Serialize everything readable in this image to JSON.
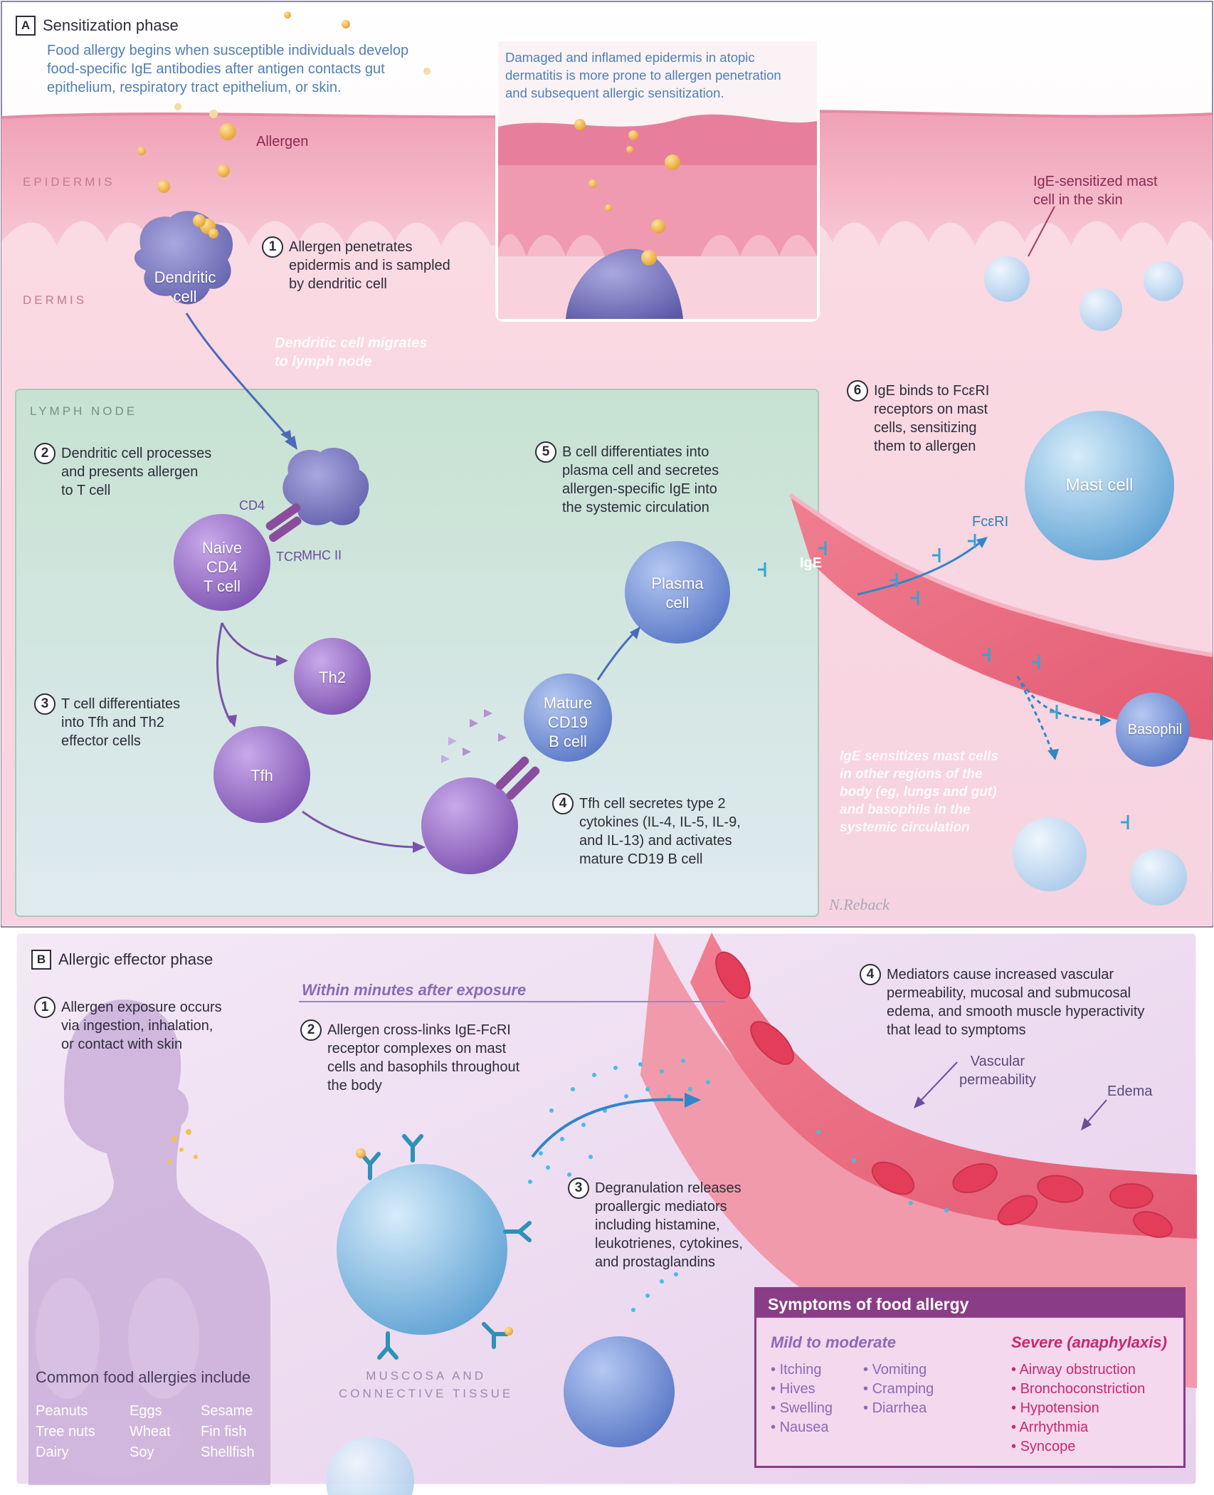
{
  "sectionA": {
    "letter": "A",
    "title": "Sensitization phase",
    "intro": [
      "Food allergy begins when susceptible individuals develop",
      "food-specific IgE antibodies after antigen contacts gut",
      "epithelium, respiratory tract epithelium, or skin."
    ],
    "inset_caption": [
      "Damaged and inflamed epidermis in atopic",
      "dermatitis is more prone to allergen penetration",
      "and subsequent allergic sensitization."
    ],
    "allergen_label": "Allergen",
    "epidermis_label": "EPIDERMIS",
    "dermis_label": "DERMIS",
    "lymph_node_label": "LYMPH NODE",
    "skin_mast_label": [
      "IgE-sensitized mast",
      "cell in the skin"
    ],
    "migrate_label": [
      "Dendritic cell migrates",
      "to lymph node"
    ],
    "steps": [
      {
        "num": "1",
        "lines": [
          "Allergen penetrates",
          "epidermis and is sampled",
          "by dendritic cell"
        ]
      },
      {
        "num": "2",
        "lines": [
          "Dendritic cell processes",
          "and presents allergen",
          "to T cell"
        ]
      },
      {
        "num": "3",
        "lines": [
          "T cell differentiates",
          "into Tfh and Th2",
          "effector cells"
        ]
      },
      {
        "num": "4",
        "lines": [
          "Tfh cell secretes type 2",
          "cytokines (IL-4, IL-5, IL-9,",
          "and IL-13) and activates",
          "mature CD19 B cell"
        ]
      },
      {
        "num": "5",
        "lines": [
          "B cell differentiates into",
          "plasma cell and secretes",
          "allergen-specific IgE into",
          "the systemic circulation"
        ]
      },
      {
        "num": "6",
        "lines": [
          "IgE binds to FcεRI",
          "receptors on mast",
          "cells, sensitizing",
          "them to allergen"
        ]
      }
    ],
    "cells": {
      "dendritic": [
        "Dendritic",
        "cell"
      ],
      "naive": [
        "Naive",
        "CD4",
        "T cell"
      ],
      "th2": "Th2",
      "tfh": "Tfh",
      "bcell": [
        "Mature",
        "CD19",
        "B cell"
      ],
      "plasma": [
        "Plasma",
        "cell"
      ],
      "mast": "Mast cell",
      "basophil": "Basophil"
    },
    "receptor_labels": {
      "cd4": "CD4",
      "mhc": "MHC II",
      "tcr": "TCR",
      "ige": "IgE",
      "fceri": "FcεRI"
    },
    "systemic_note": [
      "IgE sensitizes mast cells",
      "in other regions of the",
      "body (eg, lungs and gut)",
      "and basophils in the",
      "systemic circulation"
    ],
    "signature": "N.Reback"
  },
  "sectionB": {
    "letter": "B",
    "title": "Allergic effector phase",
    "within_minutes": "Within minutes after exposure",
    "steps": [
      {
        "num": "1",
        "lines": [
          "Allergen exposure occurs",
          "via ingestion, inhalation,",
          "or contact with skin"
        ]
      },
      {
        "num": "2",
        "lines": [
          "Allergen cross-links IgE-FcRI",
          "receptor complexes on mast",
          "cells and basophils throughout",
          "the body"
        ]
      },
      {
        "num": "3",
        "lines": [
          "Degranulation releases",
          "proallergic mediators",
          "including histamine,",
          "leukotrienes, cytokines,",
          "and prostaglandins"
        ]
      },
      {
        "num": "4",
        "lines": [
          "Mediators cause increased vascular",
          "permeability, mucosal and submucosal",
          "edema, and smooth muscle hyperactivity",
          "that lead to symptoms"
        ]
      }
    ],
    "vascular_label": [
      "Vascular",
      "permeability"
    ],
    "edema_label": "Edema",
    "mucosa_label": [
      "MUSCOSA AND",
      "CONNECTIVE TISSUE"
    ],
    "food_title": "Common food allergies include",
    "foods": [
      [
        "Peanuts",
        "Tree nuts",
        "Dairy"
      ],
      [
        "Eggs",
        "Wheat",
        "Soy"
      ],
      [
        "Sesame",
        "Fin fish",
        "Shellfish"
      ]
    ],
    "symptoms": {
      "title": "Symptoms of food allergy",
      "mild_label": "Mild to moderate",
      "severe_label": "Severe (anaphylaxis)",
      "mild_col1": [
        "Itching",
        "Hives",
        "Swelling",
        "Nausea"
      ],
      "mild_col2": [
        "Vomiting",
        "Cramping",
        "Diarrhea"
      ],
      "severe": [
        "Airway obstruction",
        "Bronchoconstriction",
        "Hypotension",
        "Arrhythmia",
        "Syncope"
      ]
    }
  },
  "colors": {
    "skin": "#f2a9bd",
    "lymph": "#cfe6d8",
    "cell_purple": "#8a67b8",
    "cell_blue": "#6a8fd2",
    "mast": "#7fb6dd",
    "vessel": "#e56a7e",
    "frame": "#8a3d86"
  }
}
